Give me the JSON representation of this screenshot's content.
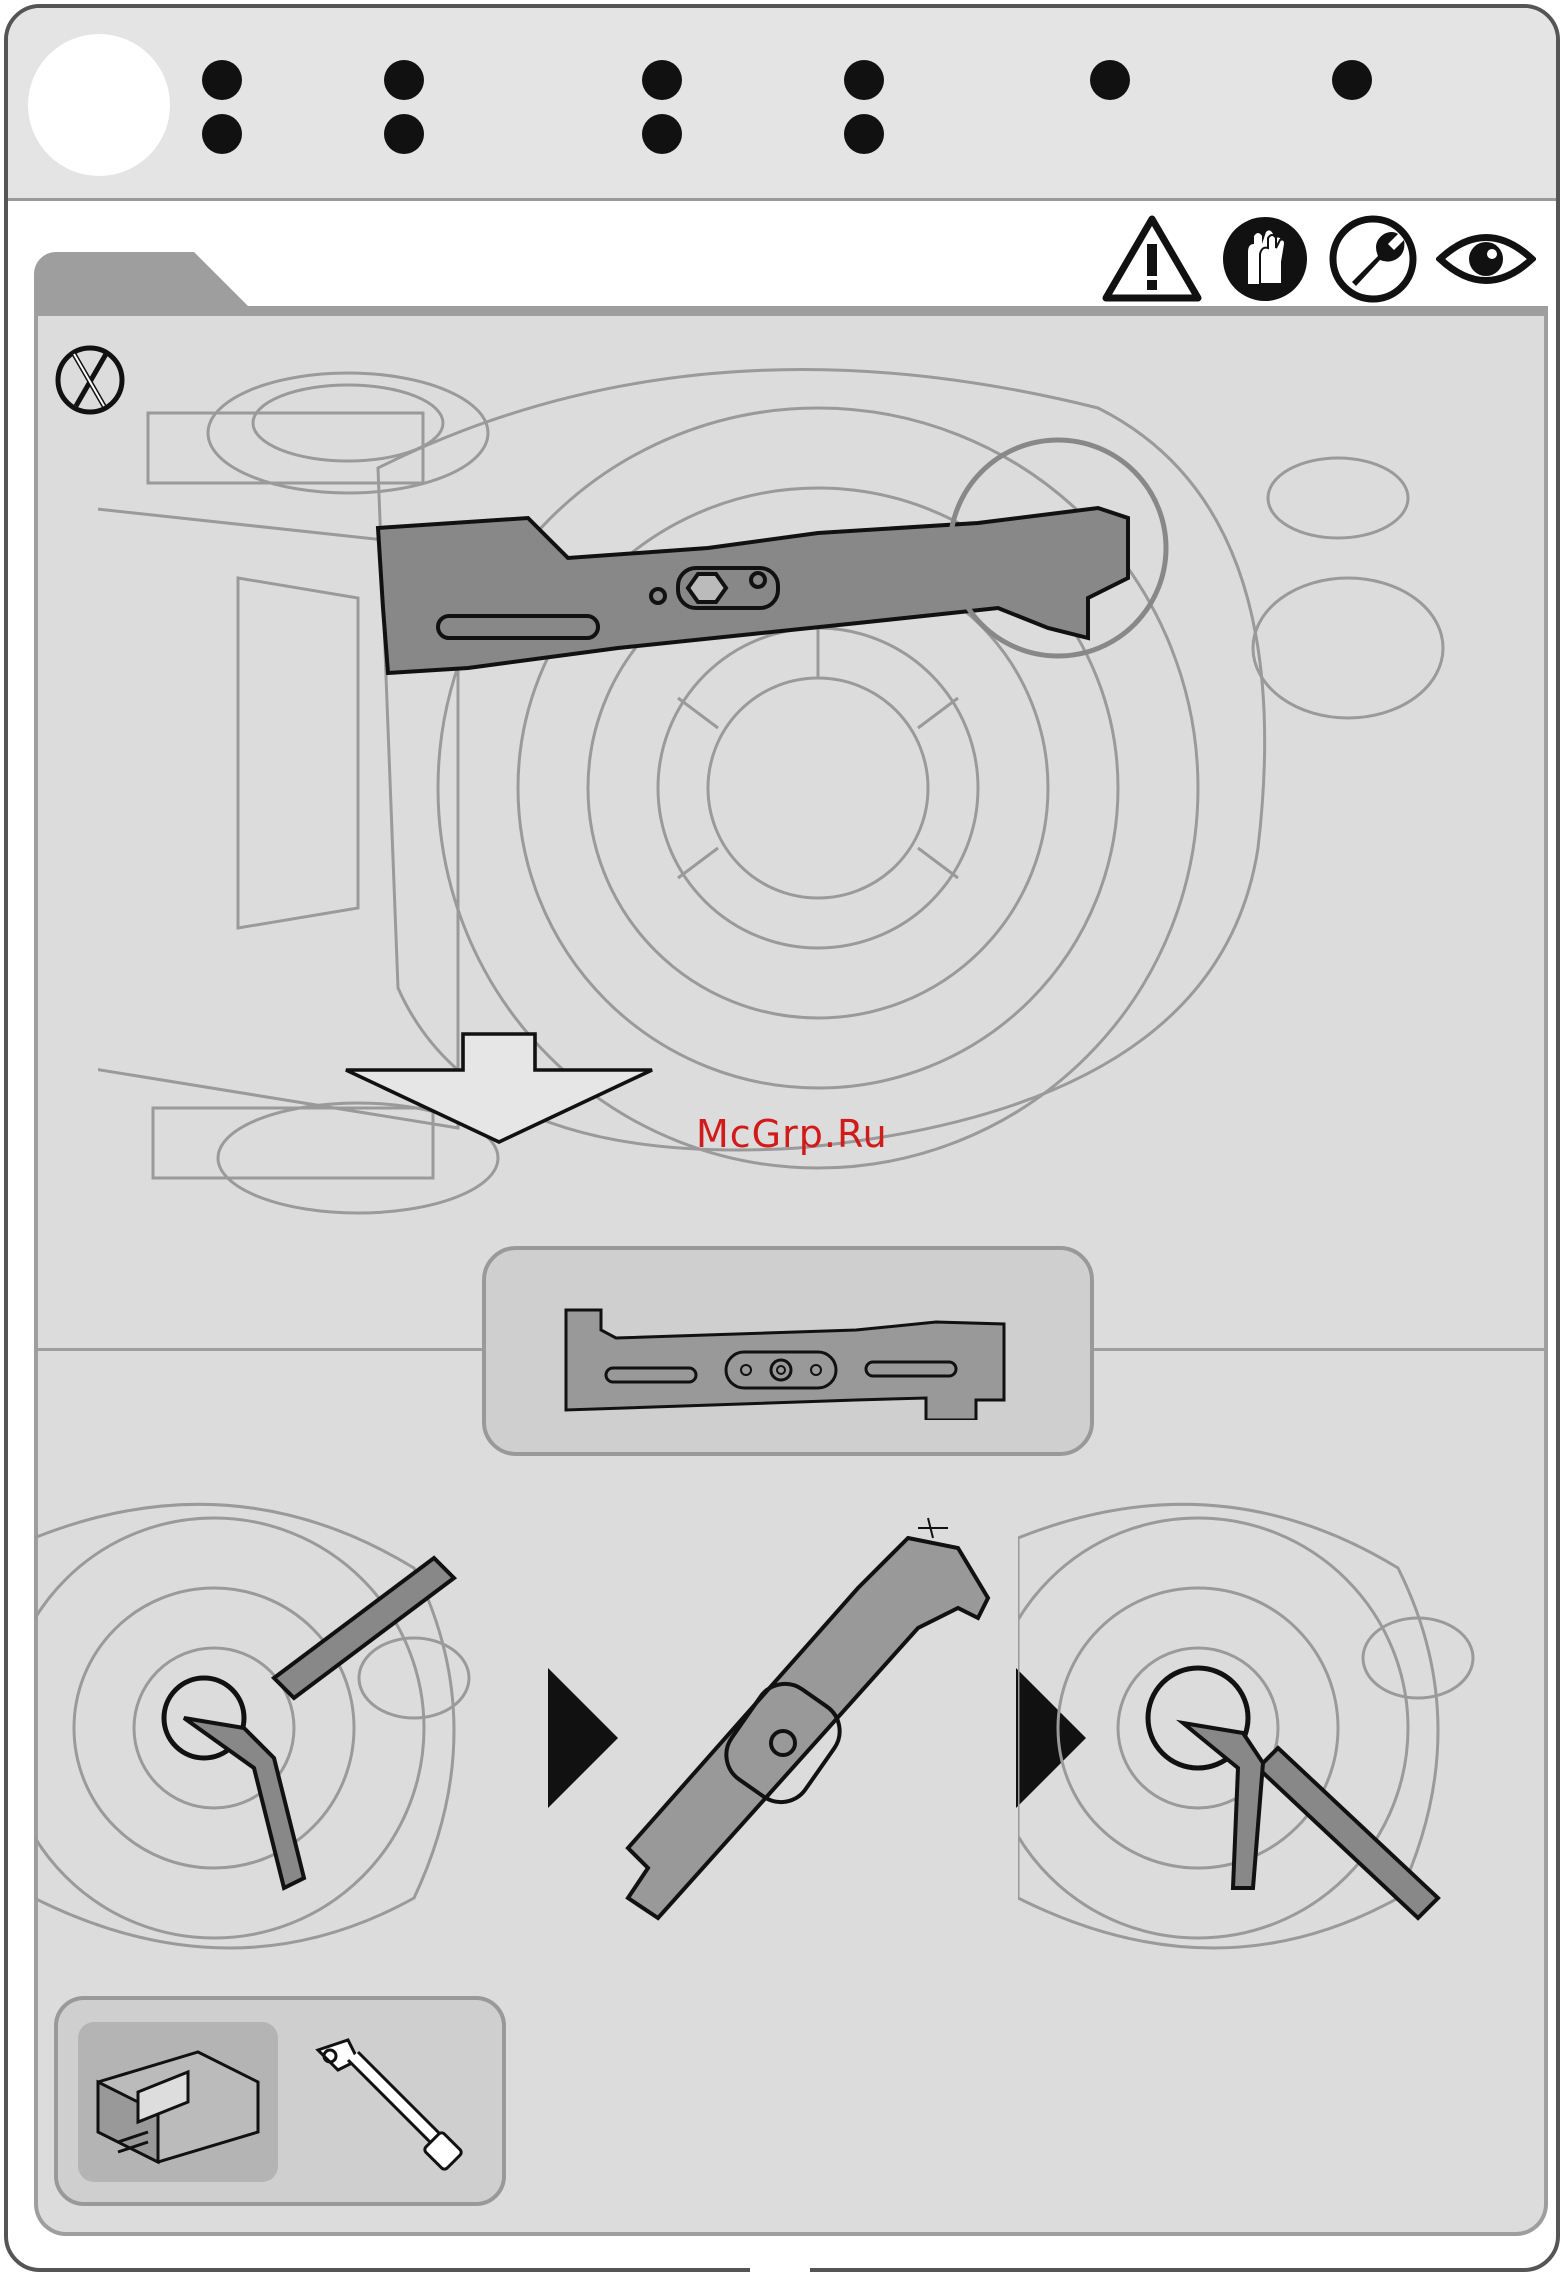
{
  "header": {
    "dots": [
      {
        "name": "dot-1",
        "kind": "pair"
      },
      {
        "name": "dot-2",
        "kind": "pair"
      },
      {
        "name": "dot-3",
        "kind": "pair"
      },
      {
        "name": "dot-4",
        "kind": "pair"
      },
      {
        "name": "dot-5",
        "kind": "single"
      },
      {
        "name": "dot-6",
        "kind": "single"
      }
    ]
  },
  "safety_icons": [
    "warning-triangle-icon",
    "gloves-icon",
    "wrench-icon",
    "eye-icon"
  ],
  "watermark": "McGrp.Ru",
  "colors": {
    "panel": "#dcdcdc",
    "border": "#9e9e9e",
    "ink": "#111111",
    "watermark": "#d11a1a"
  }
}
